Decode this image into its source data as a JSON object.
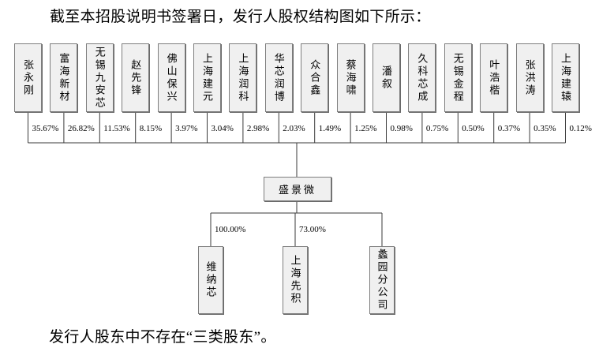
{
  "title": "截至本招股说明书签署日，发行人股权结构图如下所示：",
  "footer_note": "发行人股东中不存在“三类股东”。",
  "colors": {
    "background": "#ffffff",
    "box_fill": "#f0f0f0",
    "box_border": "#7e7e7e",
    "line": "#3a3a3a",
    "text": "#000000"
  },
  "diagram": {
    "issuer": {
      "name": "盛景微"
    },
    "shareholders": [
      {
        "name": "张永刚",
        "pct": "35.67%"
      },
      {
        "name": "富海新材",
        "pct": "26.82%"
      },
      {
        "name": "无锡九安芯",
        "pct": "11.53%"
      },
      {
        "name": "赵先锋",
        "pct": "8.15%"
      },
      {
        "name": "佛山保兴",
        "pct": "3.97%"
      },
      {
        "name": "上海建元",
        "pct": "3.04%"
      },
      {
        "name": "上海润科",
        "pct": "2.98%"
      },
      {
        "name": "华芯润博",
        "pct": "2.03%"
      },
      {
        "name": "众合鑫",
        "pct": "1.49%"
      },
      {
        "name": "蔡海啸",
        "pct": "1.25%"
      },
      {
        "name": "潘叙",
        "pct": "0.98%"
      },
      {
        "name": "久科芯成",
        "pct": "0.75%"
      },
      {
        "name": "无锡金程",
        "pct": "0.50%"
      },
      {
        "name": "叶浩楷",
        "pct": "0.37%"
      },
      {
        "name": "张洪涛",
        "pct": "0.35%"
      },
      {
        "name": "上海建辕",
        "pct": "0.12%"
      }
    ],
    "subsidiaries": [
      {
        "name": "维纳芯",
        "pct": "100.00%"
      },
      {
        "name": "上海先积",
        "pct": "73.00%"
      },
      {
        "name": "蠡园分公司",
        "pct": ""
      }
    ]
  }
}
